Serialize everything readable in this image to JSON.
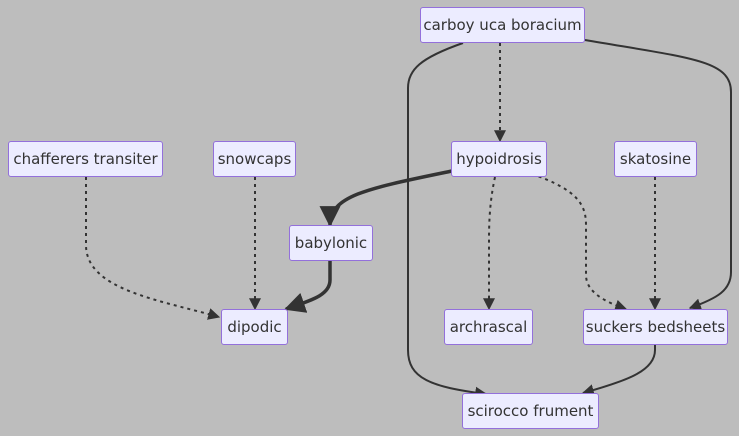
{
  "diagram": {
    "nodes": {
      "carboy": {
        "label": "carboy uca boracium"
      },
      "chafferers": {
        "label": "chafferers transiter"
      },
      "snowcaps": {
        "label": "snowcaps"
      },
      "hypoidrosis": {
        "label": "hypoidrosis"
      },
      "skatosine": {
        "label": "skatosine"
      },
      "babylonic": {
        "label": "babylonic"
      },
      "dipodic": {
        "label": "dipodic"
      },
      "archrascal": {
        "label": "archrascal"
      },
      "suckers": {
        "label": "suckers bedsheets"
      },
      "scirocco": {
        "label": "scirocco frument"
      }
    },
    "edges": [
      {
        "from": "carboy",
        "to": "hypoidrosis",
        "style": "dotted"
      },
      {
        "from": "carboy",
        "to": "scirocco",
        "style": "solid"
      },
      {
        "from": "carboy",
        "to": "suckers",
        "style": "solid"
      },
      {
        "from": "chafferers",
        "to": "dipodic",
        "style": "dotted"
      },
      {
        "from": "snowcaps",
        "to": "dipodic",
        "style": "dotted"
      },
      {
        "from": "hypoidrosis",
        "to": "babylonic",
        "style": "thick"
      },
      {
        "from": "hypoidrosis",
        "to": "archrascal",
        "style": "dotted"
      },
      {
        "from": "hypoidrosis",
        "to": "suckers",
        "style": "dotted"
      },
      {
        "from": "skatosine",
        "to": "suckers",
        "style": "dotted"
      },
      {
        "from": "babylonic",
        "to": "dipodic",
        "style": "thick"
      },
      {
        "from": "suckers",
        "to": "scirocco",
        "style": "solid"
      }
    ],
    "colors": {
      "background": "#bdbdbd",
      "node_fill": "#ececff",
      "node_border": "#9370db",
      "edge": "#333333"
    }
  }
}
